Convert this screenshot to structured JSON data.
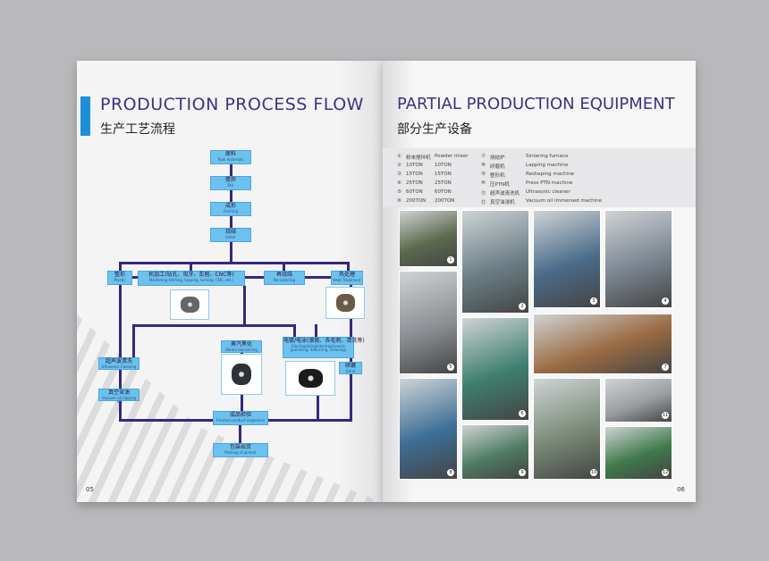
{
  "left_page": {
    "title": "PRODUCTION PROCESS FLOW",
    "subtitle": "生产工艺流程",
    "page_number": "05",
    "steps": [
      {
        "cn": "原料",
        "en": "Raw materials"
      },
      {
        "cn": "搅拌",
        "en": "Stir"
      },
      {
        "cn": "成形",
        "en": "Forming"
      },
      {
        "cn": "烧结",
        "en": "Sinter"
      },
      {
        "cn": "整形",
        "en": "Plastic"
      },
      {
        "cn": "机加工(钻孔、攻牙、车削、CNC等)",
        "en": "Machining (drilling, tapping, turning, CNC, etc.)"
      },
      {
        "cn": "再烧结",
        "en": "Re-sintering"
      },
      {
        "cn": "热处理",
        "en": "Heat Treatment"
      },
      {
        "cn": "超声波清洗",
        "en": "Ultrasonic Cleaning"
      },
      {
        "cn": "真空含油",
        "en": "Vacuum oil dipping oil"
      },
      {
        "cn": "蒸汽黑化",
        "en": "Steam blackening"
      },
      {
        "cn": "电镀/电泳(滚抛、去毛刺、清洗等)",
        "en": "Electroplating/electrophoresis (polishing, deburring, cleaning)"
      },
      {
        "cn": "研磨",
        "en": "Grind"
      },
      {
        "cn": "成品检验",
        "en": "Finished product inspection"
      },
      {
        "cn": "包装出货",
        "en": "Packing shipment"
      }
    ]
  },
  "right_page": {
    "title": "PARTIAL PRODUCTION EQUIPMENT",
    "subtitle": "部分生产设备",
    "page_number": "06",
    "equipment": [
      {
        "n": "①",
        "cn": "粉末搅拌机",
        "en": "Powder mixer"
      },
      {
        "n": "②",
        "cn": "10TON",
        "en": "10TON"
      },
      {
        "n": "③",
        "cn": "15TON",
        "en": "15TON"
      },
      {
        "n": "④",
        "cn": "25TON",
        "en": "25TON"
      },
      {
        "n": "⑤",
        "cn": "60TON",
        "en": "60TON"
      },
      {
        "n": "⑥",
        "cn": "200TON",
        "en": "200TON"
      },
      {
        "n": "⑦",
        "cn": "烧结炉",
        "en": "Sintering furnace"
      },
      {
        "n": "⑧",
        "cn": "研磨机",
        "en": "Lapping machine"
      },
      {
        "n": "⑨",
        "cn": "整形机",
        "en": "Reshaping machine"
      },
      {
        "n": "⑩",
        "cn": "压PTN机",
        "en": "Press PTN machine"
      },
      {
        "n": "⑪",
        "cn": "超声波清洗机",
        "en": "Ultrasonic cleaner"
      },
      {
        "n": "⑫",
        "cn": "真空油浸机",
        "en": "Vacuum oil immersed machine"
      }
    ],
    "photo_numbers": [
      "1",
      "2",
      "3",
      "4",
      "5",
      "6",
      "7",
      "8",
      "9",
      "10",
      "11",
      "12"
    ]
  }
}
